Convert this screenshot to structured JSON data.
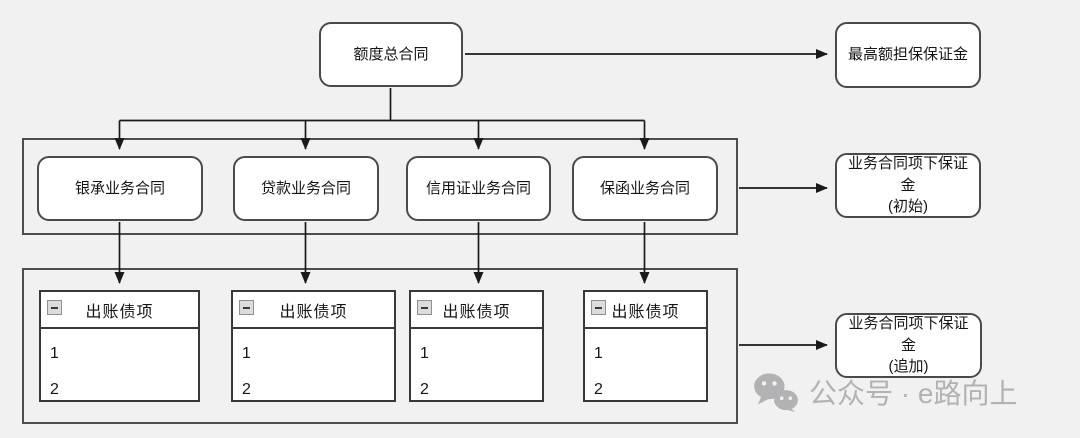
{
  "diagram": {
    "colors": {
      "background": "#f1f1f2",
      "node_fill": "#ffffff",
      "node_border": "#4a4a4a",
      "group_border": "#4d4d4d",
      "table_border": "#383838",
      "connector_line": "#1a1a1a",
      "watermark_gray": "#b2b2b4"
    },
    "top_node": {
      "label": "额度总合同"
    },
    "max_guarantee_node": {
      "label": "最高额担保保证金"
    },
    "contract_group": {
      "nodes": [
        {
          "label": "银承业务合同"
        },
        {
          "label": "贷款业务合同"
        },
        {
          "label": "信用证业务合同"
        },
        {
          "label": "保函业务合同"
        }
      ]
    },
    "initial_margin_node": {
      "line1": "业务合同项下保证金",
      "line2": "(初始)"
    },
    "additional_margin_node": {
      "line1": "业务合同项下保证金",
      "line2": "(追加)"
    },
    "debit_group": {
      "tables": [
        {
          "icon": "collapse-minus-icon",
          "title": "出账债项",
          "rows": [
            "1",
            "2"
          ]
        },
        {
          "icon": "collapse-minus-icon",
          "title": "出账债项",
          "rows": [
            "1",
            "2"
          ]
        },
        {
          "icon": "collapse-minus-icon",
          "title": "出账债项",
          "rows": [
            "1",
            "2"
          ]
        },
        {
          "icon": "collapse-minus-icon",
          "title": "出账债项",
          "rows": [
            "1",
            "2"
          ]
        }
      ]
    },
    "watermark": {
      "icon": "wechat-icon",
      "text": "公众号 · e路向上"
    }
  }
}
